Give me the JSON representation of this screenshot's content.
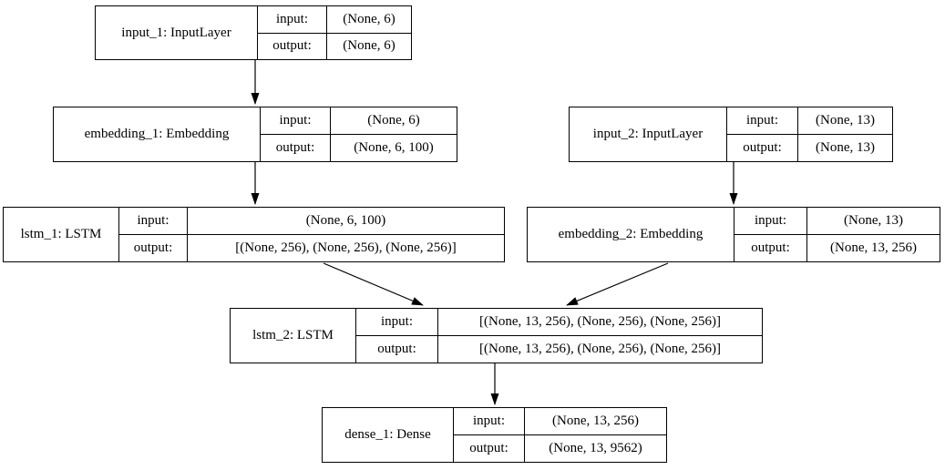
{
  "diagram": {
    "kind": "keras-model-architecture",
    "io_labels": {
      "input": "input:",
      "output": "output:"
    },
    "nodes": [
      {
        "id": "input_1",
        "label": "input_1: InputLayer",
        "input": "(None, 6)",
        "output": "(None, 6)"
      },
      {
        "id": "embedding_1",
        "label": "embedding_1: Embedding",
        "input": "(None, 6)",
        "output": "(None, 6, 100)"
      },
      {
        "id": "lstm_1",
        "label": "lstm_1: LSTM",
        "input": "(None, 6, 100)",
        "output": "[(None, 256), (None, 256), (None, 256)]"
      },
      {
        "id": "input_2",
        "label": "input_2: InputLayer",
        "input": "(None, 13)",
        "output": "(None, 13)"
      },
      {
        "id": "embedding_2",
        "label": "embedding_2: Embedding",
        "input": "(None, 13)",
        "output": "(None, 13, 256)"
      },
      {
        "id": "lstm_2",
        "label": "lstm_2: LSTM",
        "input": "[(None, 13, 256), (None, 256), (None, 256)]",
        "output": "[(None, 13, 256), (None, 256), (None, 256)]"
      },
      {
        "id": "dense_1",
        "label": "dense_1: Dense",
        "input": "(None, 13, 256)",
        "output": "(None, 13, 9562)"
      }
    ],
    "edges": [
      {
        "from": "input_1",
        "to": "embedding_1"
      },
      {
        "from": "embedding_1",
        "to": "lstm_1"
      },
      {
        "from": "input_2",
        "to": "embedding_2"
      },
      {
        "from": "lstm_1",
        "to": "lstm_2"
      },
      {
        "from": "embedding_2",
        "to": "lstm_2"
      },
      {
        "from": "lstm_2",
        "to": "dense_1"
      }
    ],
    "colors": {
      "border": "#000000",
      "text": "#000000",
      "background": "#ffffff",
      "edge": "#000000"
    }
  }
}
